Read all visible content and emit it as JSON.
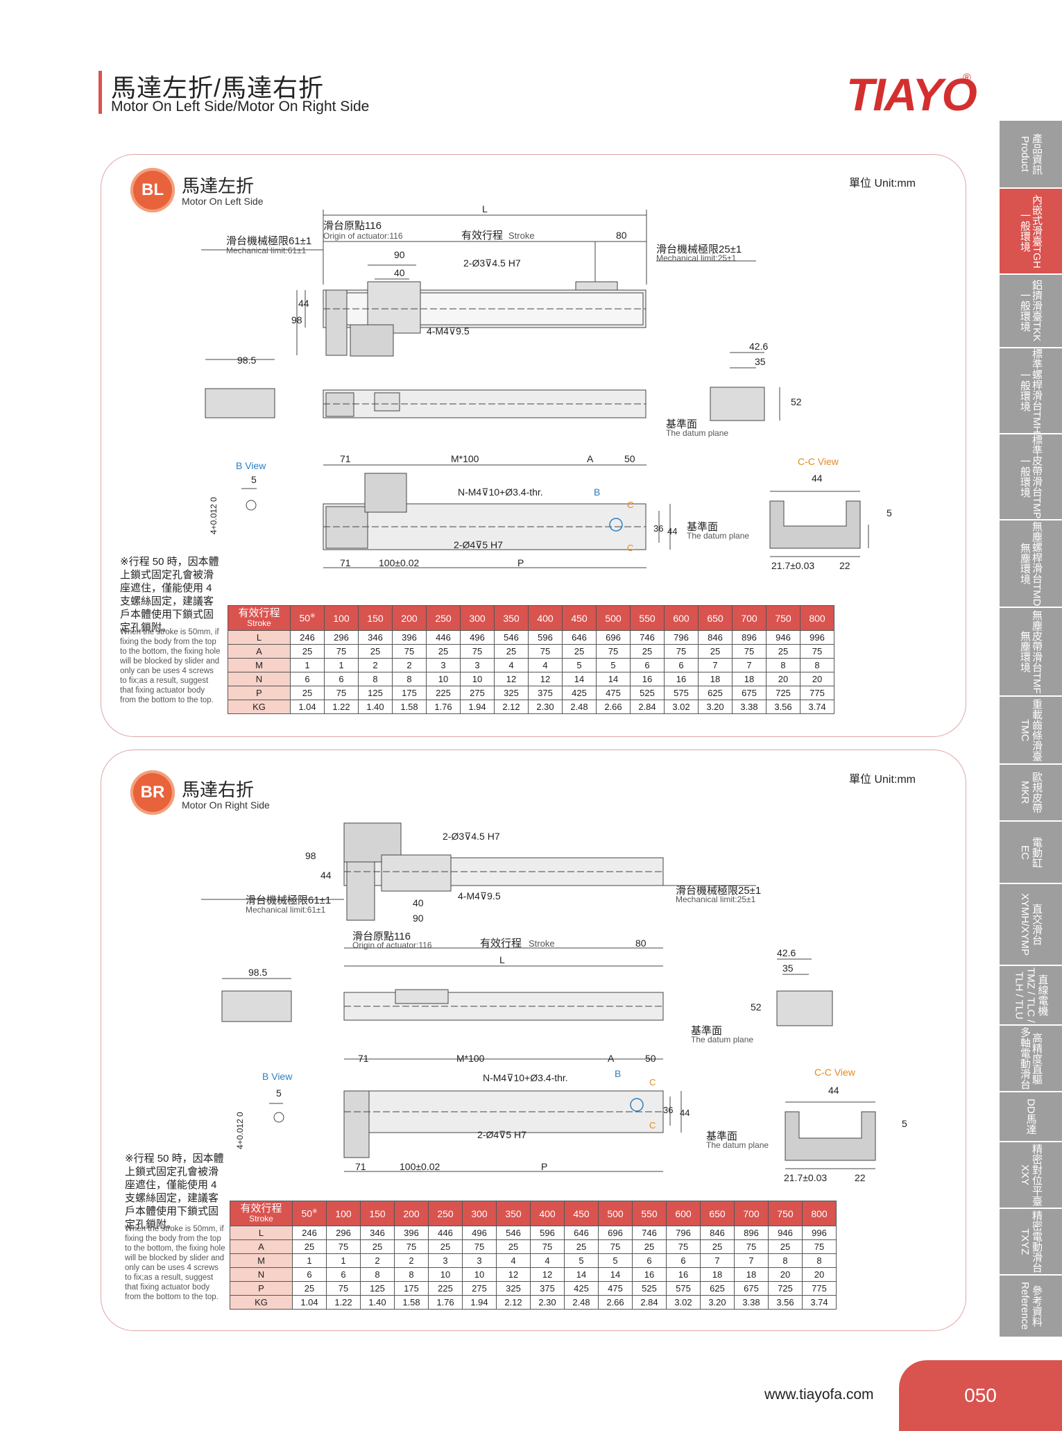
{
  "header": {
    "title_zh": "馬達左折/馬達右折",
    "title_en": "Motor On Left Side/Motor On Right Side",
    "logo": "TIAYO",
    "logo_mark": "®"
  },
  "footer": {
    "website": "www.tiayofa.com",
    "page_number": "050"
  },
  "sidebar": [
    {
      "label": "產品資訊\nProduct",
      "active": false
    },
    {
      "label": "內嵌式滑臺TGH\n一般環境",
      "active": true
    },
    {
      "label": "鋁擠滑臺TKK\n一般環境",
      "active": false
    },
    {
      "label": "標準螺桿滑台TMH\n一般環境",
      "active": false
    },
    {
      "label": "標準皮帶滑台TMP\n一般環境",
      "active": false
    },
    {
      "label": "無塵螺桿滑台TMD\n無塵環境",
      "active": false
    },
    {
      "label": "無塵皮帶滑台TMF\n無塵環境",
      "active": false
    },
    {
      "label": "重載齒條滑臺\nTMC",
      "active": false
    },
    {
      "label": "歐規皮帶\nMKR",
      "active": false
    },
    {
      "label": "電動缸\nEC",
      "active": false
    },
    {
      "label": "直交滑台\nXYMH/XYMP",
      "active": false
    },
    {
      "label": "直線電機\nTMZ / TLC /\nTLH / TLU",
      "active": false
    },
    {
      "label": "高精度直驅\n多軸電動滑台",
      "active": false
    },
    {
      "label": "DD馬達",
      "active": false
    },
    {
      "label": "精密對位平臺\nXXY",
      "active": false
    },
    {
      "label": "精密電動滑台\nTXYZ",
      "active": false
    },
    {
      "label": "參考資料\nReference",
      "active": false
    }
  ],
  "labels": {
    "mech_left_zh": "滑台機械極限61±1",
    "mech_left_en": "Mechanical limit:61±1",
    "origin_zh": "滑台原點116",
    "origin_en": "Origin of actuator:116",
    "stroke_zh": "有效行程",
    "stroke_en": "Stroke",
    "mech_right_zh": "滑台機械極限25±1",
    "mech_right_en": "Mechanical limit:25±1",
    "datum_zh": "基準面",
    "datum_en": "The datum plane",
    "b_view": "B View",
    "cc_view": "C-C View",
    "hole_a": "2-Ø3⊽4.5 H7",
    "hole_b": "4-M4⊽9.5",
    "hole_c": "N-M4⊽10+Ø3.4-thr.",
    "hole_d": "2-Ø4⊽5 H7",
    "dim_L": "L",
    "dim_80": "80",
    "dim_90": "90",
    "dim_40": "40",
    "dim_44": "44",
    "dim_98": "98",
    "dim_985": "98.5",
    "dim_426": "42.6",
    "dim_35": "35",
    "dim_52": "52",
    "dim_71": "71",
    "dim_M100": "M*100",
    "dim_A": "A",
    "dim_50": "50",
    "dim_36": "36",
    "dim_100": "100±0.02",
    "dim_P": "P",
    "dim_5": "5",
    "dim_tol": "4+0.012\n0",
    "dim_217": "21.7±0.03",
    "dim_22": "22",
    "mark_B": "B",
    "mark_C": "C"
  },
  "sections": [
    {
      "badge": "BL",
      "title_zh": "馬達左折",
      "title_en": "Motor On Left Side",
      "unit": "單位 Unit:mm",
      "note_zh": "※行程 50 時，因本體上鎖式固定孔會被滑座遮住，僅能使用 4 支螺絲固定，建議客戶本體使用下鎖式固定孔鎖附。",
      "note_en": "When the stroke is 50mm, if fixing the body from the top to the bottom, the fixing hole will be blocked by slider and only can be uses 4 screws to fix;as a result, suggest that fixing actuator body from the bottom to the top."
    },
    {
      "badge": "BR",
      "title_zh": "馬達右折",
      "title_en": "Motor On Right Side",
      "unit": "單位 Unit:mm",
      "note_zh": "※行程 50 時，因本體上鎖式固定孔會被滑座遮住，僅能使用 4 支螺絲固定，建議客戶本體使用下鎖式固定孔鎖附。",
      "note_en": "When the stroke is 50mm, if fixing the body from the top to the bottom, the fixing hole will be blocked by slider and only can be uses 4 screws to fix;as a result, suggest that fixing actuator body from the bottom to the top."
    }
  ],
  "table": {
    "head_zh": "有效行程",
    "head_en": "Stroke",
    "note_mark": "※",
    "strokes": [
      "50",
      "100",
      "150",
      "200",
      "250",
      "300",
      "350",
      "400",
      "450",
      "500",
      "550",
      "600",
      "650",
      "700",
      "750",
      "800"
    ],
    "rows": [
      {
        "label": "L",
        "values": [
          "246",
          "296",
          "346",
          "396",
          "446",
          "496",
          "546",
          "596",
          "646",
          "696",
          "746",
          "796",
          "846",
          "896",
          "946",
          "996"
        ]
      },
      {
        "label": "A",
        "values": [
          "25",
          "75",
          "25",
          "75",
          "25",
          "75",
          "25",
          "75",
          "25",
          "75",
          "25",
          "75",
          "25",
          "75",
          "25",
          "75"
        ]
      },
      {
        "label": "M",
        "values": [
          "1",
          "1",
          "2",
          "2",
          "3",
          "3",
          "4",
          "4",
          "5",
          "5",
          "6",
          "6",
          "7",
          "7",
          "8",
          "8"
        ]
      },
      {
        "label": "N",
        "values": [
          "6",
          "6",
          "8",
          "8",
          "10",
          "10",
          "12",
          "12",
          "14",
          "14",
          "16",
          "16",
          "18",
          "18",
          "20",
          "20"
        ]
      },
      {
        "label": "P",
        "values": [
          "25",
          "75",
          "125",
          "175",
          "225",
          "275",
          "325",
          "375",
          "425",
          "475",
          "525",
          "575",
          "625",
          "675",
          "725",
          "775"
        ]
      },
      {
        "label": "KG",
        "values": [
          "1.04",
          "1.22",
          "1.40",
          "1.58",
          "1.76",
          "1.94",
          "2.12",
          "2.30",
          "2.48",
          "2.66",
          "2.84",
          "3.02",
          "3.20",
          "3.38",
          "3.56",
          "3.74"
        ]
      }
    ]
  },
  "colors": {
    "accent": "#d9534f",
    "badge": "#e8623c",
    "view_b": "#2a7fc1",
    "view_c": "#e08a1e",
    "sidebar": "#9e9e9e"
  }
}
